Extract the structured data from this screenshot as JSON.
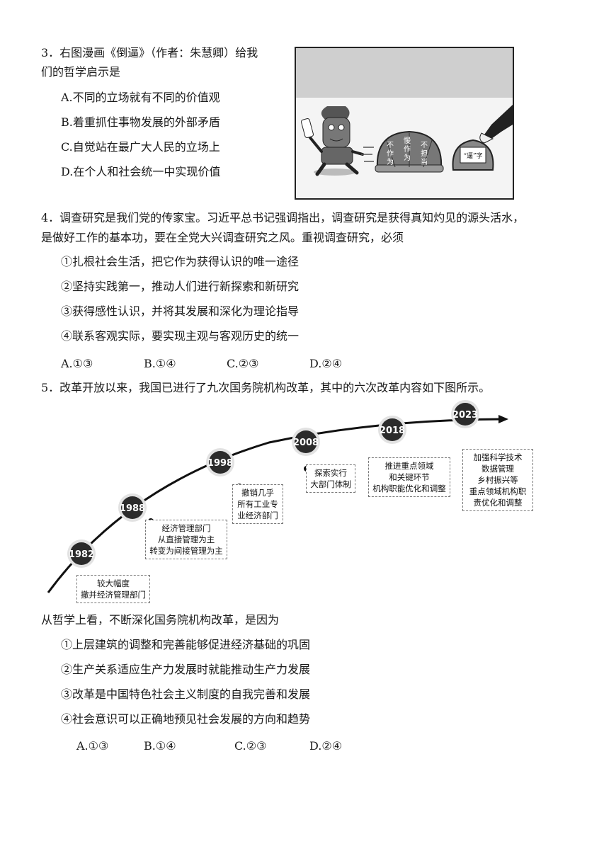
{
  "q3": {
    "stem_line1": "3．右图漫画《倒逼》（作者：朱慧卿）给我",
    "stem_line2": "们的哲学启示是",
    "options": [
      "A.不同的立场就有不同的价值观",
      "B.着重抓住事物发展的外部矛盾",
      "C.自觉站在最广大人民的立场上",
      "D.在个人和社会统一中实现价值"
    ],
    "cartoon": {
      "shell_chars": [
        "不",
        "慢",
        "不",
        "作",
        "作",
        "担",
        "为",
        "为",
        "当"
      ],
      "bowl_text": "“逼”字"
    }
  },
  "q4": {
    "stem_line1": "4．调查研究是我们党的传家宝。习近平总书记强调指出，调查研究是获得真知灼见的源头活水，",
    "stem_line2": "是做好工作的基本功，要在全党大兴调查研究之风。重视调查研究，必须",
    "items": [
      "①扎根社会生活，把它作为获得认识的唯一途径",
      "②坚持实践第一，推动人们进行新探索和新研究",
      "③获得感性认识，并将其发展和深化为理论指导",
      "④联系客观实际，要实现主观与客观历史的统一"
    ],
    "choices": [
      "A.①③",
      "B.①④",
      "C.②③",
      "D.②④"
    ]
  },
  "q5": {
    "stem": "5．改革开放以来，我国已进行了九次国务院机构改革，其中的六次改革内容如下图所示。",
    "timeline": [
      {
        "year": "1982",
        "lines": [
          "较大幅度",
          "撤并经济管理部门"
        ]
      },
      {
        "year": "1988",
        "lines": [
          "经济管理部门",
          "从直接管理为主",
          "转变为间接管理为主"
        ]
      },
      {
        "year": "1998",
        "lines": [
          "撤销几乎",
          "所有工业专",
          "业经济部门"
        ]
      },
      {
        "year": "2008",
        "lines": [
          "探索实行",
          "大部门体制"
        ]
      },
      {
        "year": "2018",
        "lines": [
          "推进重点领域",
          "和关键环节",
          "机构职能优化和调整"
        ]
      },
      {
        "year": "2023",
        "lines": [
          "加强科学技术",
          "数据管理",
          "乡村振兴等",
          "重点领域机构职",
          "责优化和调整"
        ]
      }
    ],
    "question": "从哲学上看，不断深化国务院机构改革，是因为",
    "items": [
      "①上层建筑的调整和完善能够促进经济基础的巩固",
      "②生产关系适应生产力发展时就能推动生产力发展",
      "③改革是中国特色社会主义制度的自我完善和发展",
      "④社会意识可以正确地预见社会发展的方向和趋势"
    ],
    "choices": [
      "A.①③",
      "B.①④",
      "C.②③",
      "D.②④"
    ]
  }
}
